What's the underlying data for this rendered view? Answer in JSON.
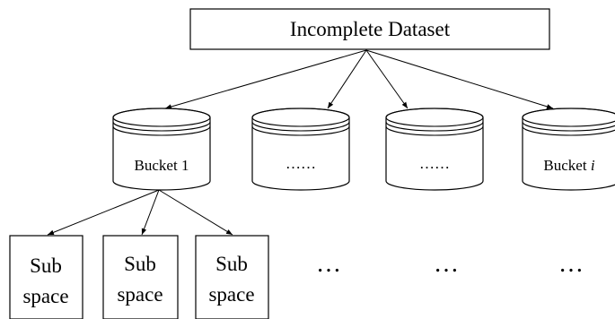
{
  "root": {
    "label": "Incomplete Dataset"
  },
  "buckets": [
    {
      "label": "Bucket 1",
      "suffix": ""
    },
    {
      "label": "……",
      "suffix": ""
    },
    {
      "label": "……",
      "suffix": ""
    },
    {
      "label": "Bucket ",
      "suffix": "i"
    }
  ],
  "subspaces": [
    {
      "line1": "Sub",
      "line2": "space"
    },
    {
      "line1": "Sub",
      "line2": "space"
    },
    {
      "line1": "Sub",
      "line2": "space"
    }
  ],
  "continuation": [
    "…",
    "…",
    "…"
  ],
  "colors": {
    "stroke": "#000000",
    "fill": "#ffffff"
  }
}
